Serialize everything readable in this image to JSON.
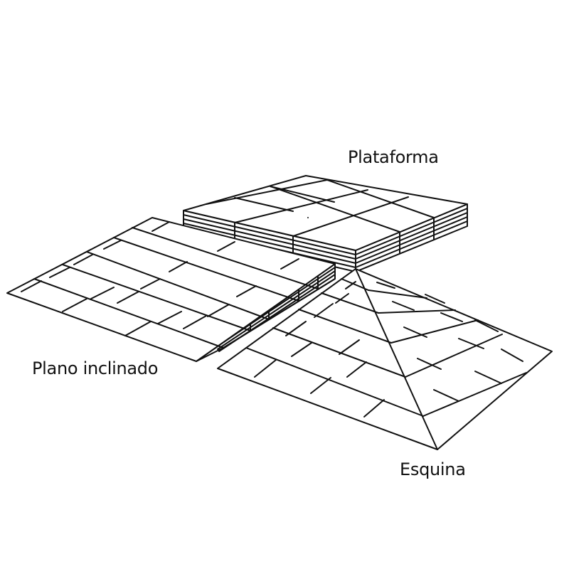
{
  "labels": {
    "platform": "Plataforma",
    "inclined_plane": "Plano inclinado",
    "corner": "Esquina"
  },
  "colors": {
    "line": "#111111",
    "fill": "#ffffff",
    "text": "#111111"
  }
}
